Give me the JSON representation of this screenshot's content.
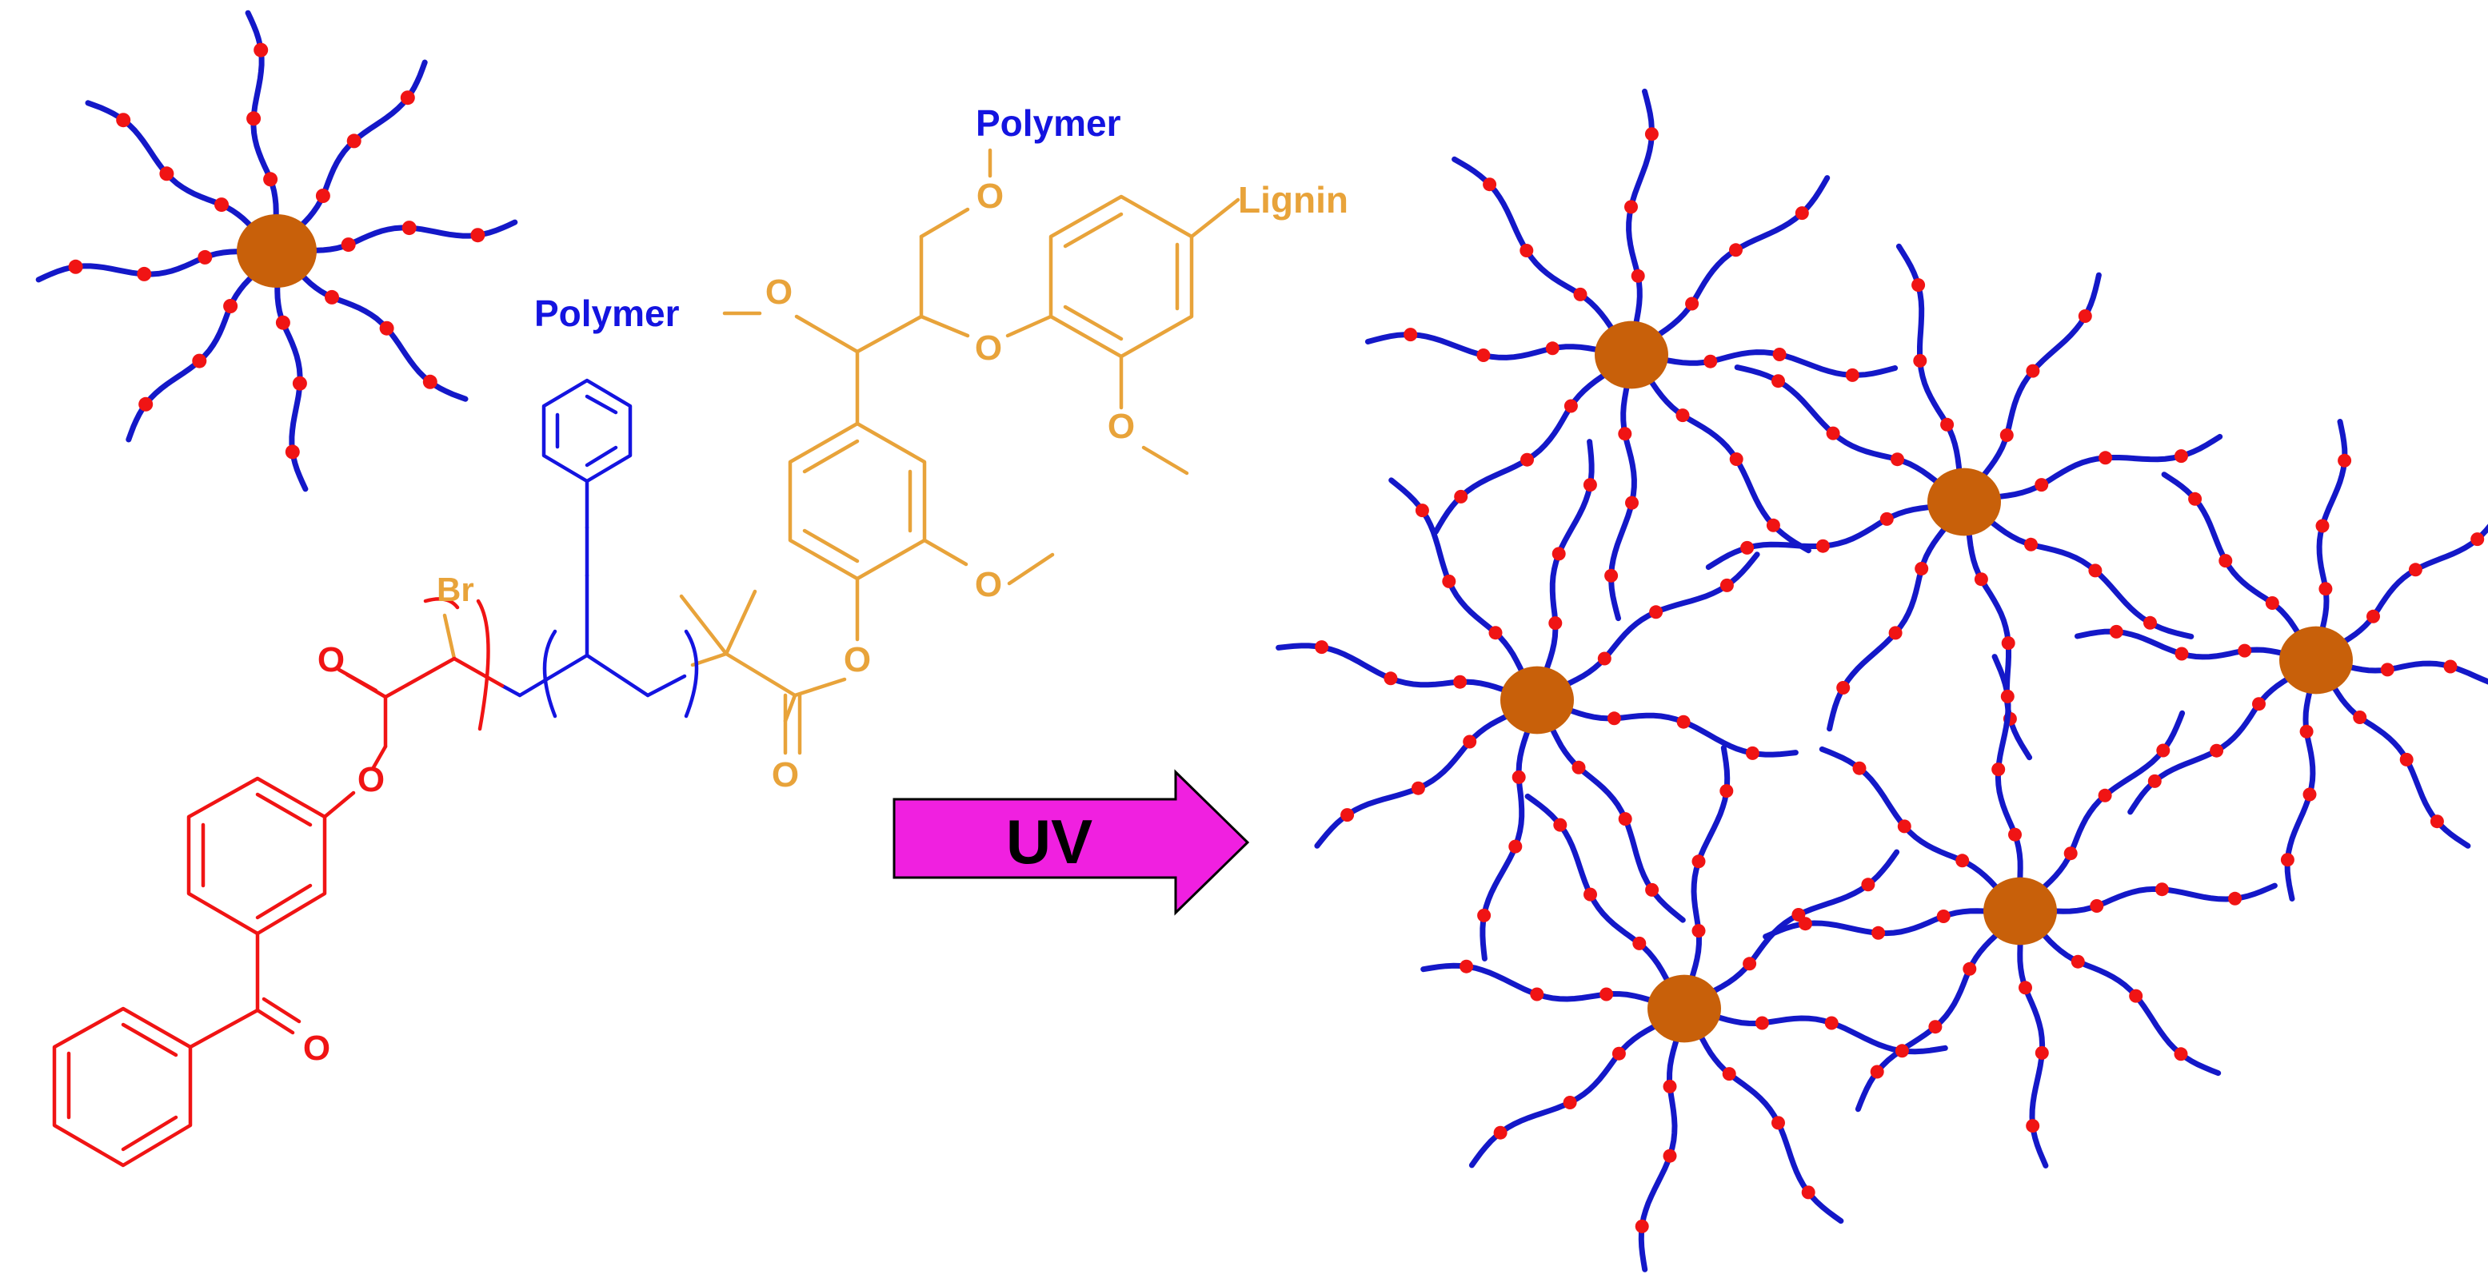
{
  "labels": {
    "polymer_top": "Polymer",
    "polymer_left": "Polymer",
    "lignin": "Lignin",
    "br": "Br",
    "uv": "UV",
    "o": "O"
  },
  "colors": {
    "lignin": "#E8A33A",
    "polymer": "#1414E0",
    "initiator": "#F01414",
    "arm": "#1418C8",
    "dot": "#F01414",
    "core": "#C8600A",
    "arrow_fill": "#F020E0",
    "arrow_stroke": "#000000",
    "uv_text": "#000000"
  },
  "icons": {
    "star_polymer": "star-polymer-icon",
    "network": "crosslinked-network-icon",
    "arrow": "right-arrow-icon"
  }
}
